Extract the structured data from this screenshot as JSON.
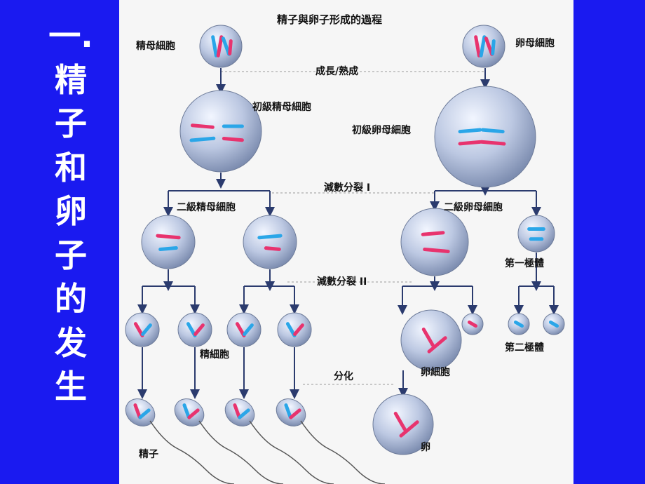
{
  "side_title": [
    "一.",
    "精",
    "子",
    "和",
    "卵",
    "子",
    "的",
    "发",
    "生"
  ],
  "diagram": {
    "title": "精子與卵子形成的過程",
    "labels": {
      "sperm_mother": "精母細胞",
      "egg_mother": "卵母細胞",
      "growth": "成長/熟成",
      "primary_spermatocyte": "初級精母細胞",
      "primary_oocyte": "初級卵母細胞",
      "meiosis_1": "減數分裂 I",
      "secondary_spermatocyte": "二級精母細胞",
      "secondary_oocyte": "二級卵母細胞",
      "first_polar_body": "第一極體",
      "meiosis_2": "減數分裂 II",
      "spermatid": "精細胞",
      "ootid": "卵細胞",
      "second_polar_body": "第二極體",
      "differentiation": "分化",
      "sperm": "精子",
      "egg": "卵"
    }
  },
  "colors": {
    "background": "#1a1af0",
    "panel": "#f6f6f6",
    "cell_light": "#dfe7f5",
    "cell_dark": "#8a9ab8",
    "chrom_red": "#e8336e",
    "chrom_blue": "#2aa6e8",
    "arrow": "#2b3b6e"
  }
}
